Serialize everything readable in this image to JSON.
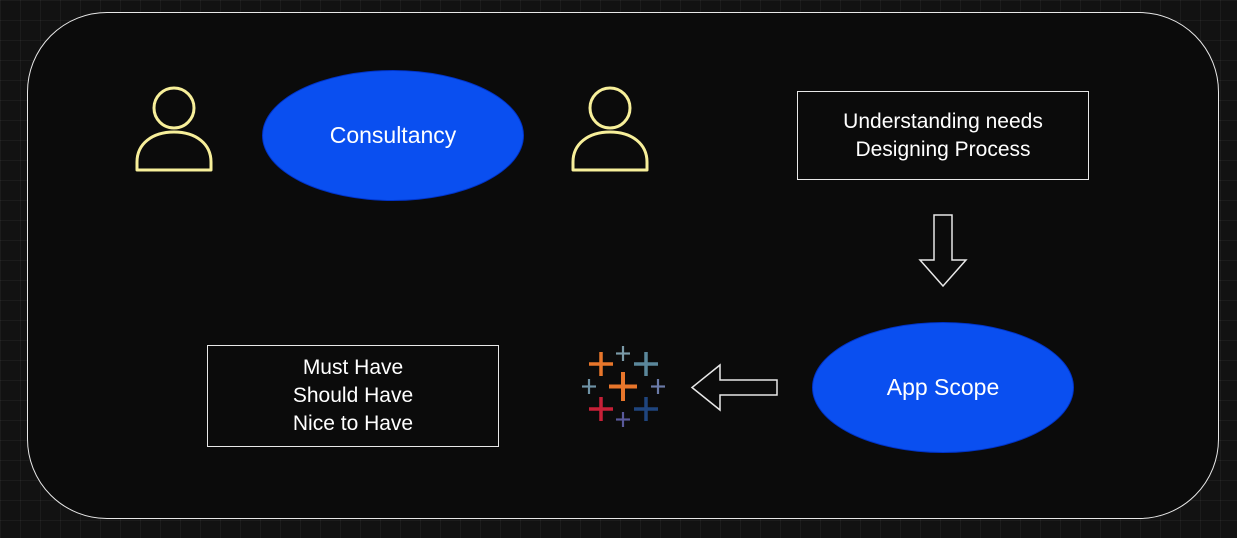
{
  "diagram": {
    "consultancy_label": "Consultancy",
    "needs_box": {
      "line1": "Understanding needs",
      "line2": "Designing Process"
    },
    "app_scope_label": "App Scope",
    "priority_box": {
      "line1": "Must Have",
      "line2": "Should Have",
      "line3": "Nice to Have"
    }
  },
  "icons": {
    "left_user": "user-icon",
    "right_user": "user-icon",
    "down_arrow": "arrow-down-icon",
    "left_arrow": "arrow-left-icon",
    "logo": "tableau-logo-icon"
  },
  "colors": {
    "ellipse_fill": "#0a4ff0",
    "user_stroke": "#f7ef9a",
    "frame_stroke": "#e8e8e8",
    "logo_orange": "#e8762b",
    "logo_red": "#c72037",
    "logo_teal": "#5b879b",
    "logo_blue": "#1f457e",
    "logo_purple": "#59599a"
  }
}
